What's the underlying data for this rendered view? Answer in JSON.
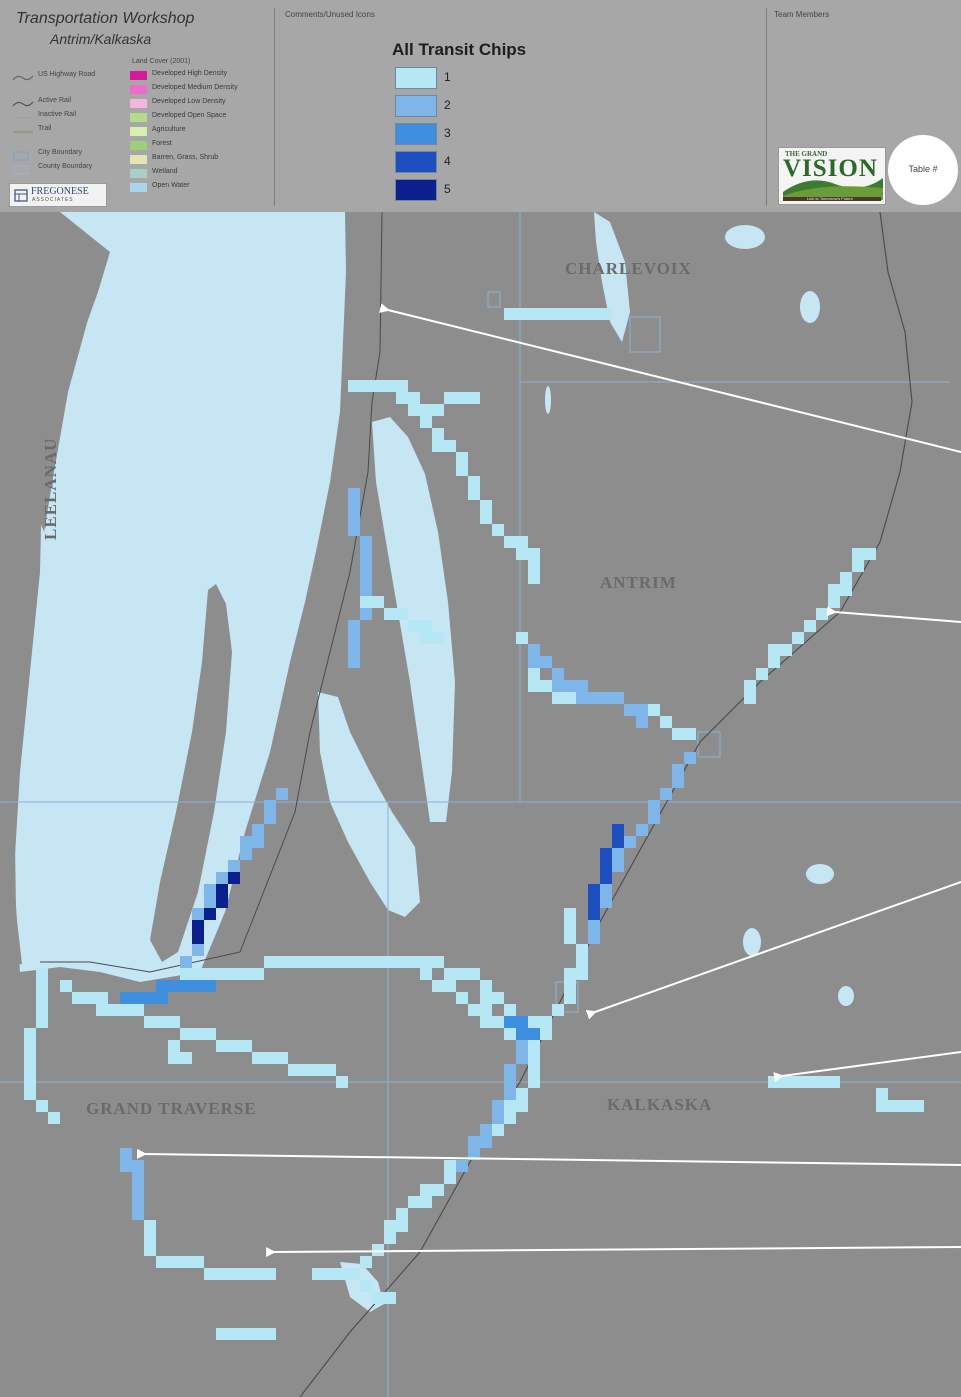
{
  "header": {
    "title_line1": "Transportation Workshop",
    "title_line2": "Antrim/Kalkaska",
    "comments_label": "Comments/Unused Icons",
    "team_label": "Team Members",
    "table_badge": "Table #"
  },
  "map_legend": [
    {
      "label": "US Highway Road",
      "icon": "highway-line-icon"
    },
    {
      "label": "Active Rail",
      "icon": "rail-line-icon"
    },
    {
      "label": "Inactive Rail",
      "icon": "inactive-rail-icon"
    },
    {
      "label": "Trail",
      "icon": "trail-line-icon"
    },
    {
      "label": "City Boundary",
      "icon": "city-boundary-icon"
    },
    {
      "label": "County Boundary",
      "icon": "county-boundary-icon"
    }
  ],
  "land_cover": {
    "title": "Land Cover (2001)",
    "classes": [
      {
        "label": "Developed High Density",
        "color": "#d6189a"
      },
      {
        "label": "Developed Medium Density",
        "color": "#ef6ccb"
      },
      {
        "label": "Developed Low Density",
        "color": "#f4b6de"
      },
      {
        "label": "Developed Open Space",
        "color": "#b2dc8a"
      },
      {
        "label": "Agriculture",
        "color": "#d8efb0"
      },
      {
        "label": "Forest",
        "color": "#9ccf79"
      },
      {
        "label": "Barren, Grass, Shrub",
        "color": "#e5e4b3"
      },
      {
        "label": "Wetland",
        "color": "#a6cfc6"
      },
      {
        "label": "Open Water",
        "color": "#aad4ec"
      }
    ]
  },
  "chips_legend": {
    "title": "All Transit Chips",
    "items": [
      {
        "label": "1",
        "color": "#b5e8f4"
      },
      {
        "label": "2",
        "color": "#7fb6ea"
      },
      {
        "label": "3",
        "color": "#3e8fe0"
      },
      {
        "label": "4",
        "color": "#1d4fc0"
      },
      {
        "label": "5",
        "color": "#0b1f8e"
      }
    ]
  },
  "logos": {
    "fregonese": "FREGONESE",
    "fregonese_sub": "ASSOCIATES",
    "grand_vision_top": "THE GRAND",
    "grand_vision_main": "VISION",
    "grand_vision_sub": "Link to Tomorrow's Future"
  },
  "county_labels": {
    "charlevoix": "CHARLEVOIX",
    "antrim": "ANTRIM",
    "leelanau": "LEELANAU",
    "grand_traverse": "GRAND TRAVERSE",
    "kalkaska": "KALKASKA"
  },
  "colors": {
    "land": "#8d8d8d",
    "water": "#c6e6f4",
    "arrow": "#ffffff",
    "boundary": "#8ab2d6"
  }
}
